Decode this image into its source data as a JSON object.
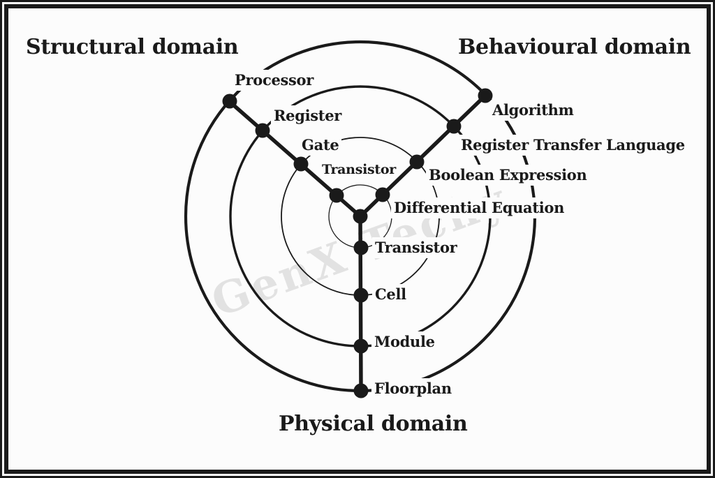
{
  "colors": {
    "ink": "#1a1a1a",
    "background": "#fcfcfc",
    "watermark": "#e2e2e2"
  },
  "watermark": {
    "text": "GenX Techy"
  },
  "domains": {
    "structural": {
      "title": "Structural domain",
      "levels": [
        "Processor",
        "Register",
        "Gate",
        "Transistor"
      ]
    },
    "behavioural": {
      "title": "Behavioural domain",
      "levels": [
        "Algorithm",
        "Register Transfer Language",
        "Boolean Expression",
        "Differential Equation"
      ]
    },
    "physical": {
      "title": "Physical domain",
      "levels": [
        "Floorplan",
        "Module",
        "Cell",
        "Transistor"
      ]
    }
  }
}
